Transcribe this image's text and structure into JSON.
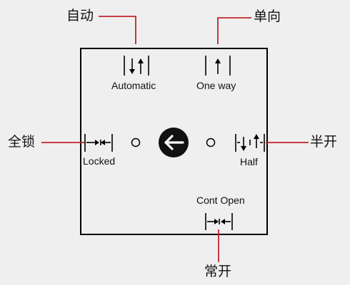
{
  "colors": {
    "panel_border": "#000000",
    "background": "#efefef",
    "leader_line": "#c0272d",
    "knob_fill": "#111111",
    "knob_arrow": "#ffffff"
  },
  "modes": {
    "automatic": {
      "label": "Automatic",
      "callout": "自动",
      "icon": "bidirectional-arrows-icon"
    },
    "one_way": {
      "label": "One way",
      "callout": "单向",
      "icon": "one-way-arrow-icon"
    },
    "locked": {
      "label": "Locked",
      "callout": "全锁",
      "icon": "locked-icon"
    },
    "half": {
      "label": "Half",
      "callout": "半开",
      "icon": "half-open-icon"
    },
    "cont_open": {
      "label": "Cont Open",
      "callout": "常开",
      "icon": "continuous-open-icon"
    }
  },
  "knob": {
    "icon": "left-arrow-icon"
  }
}
